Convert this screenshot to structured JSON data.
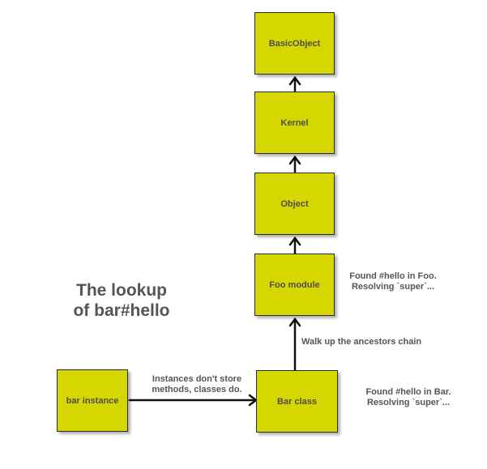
{
  "title": {
    "line1": "The lookup",
    "line2": "of bar#hello"
  },
  "nodes": {
    "basic_object": "BasicObject",
    "kernel": "Kernel",
    "object": "Object",
    "foo_module": "Foo module",
    "bar_class": "Bar class",
    "bar_instance": "bar instance"
  },
  "annotations": {
    "found_in_foo_line1": "Found #hello in Foo.",
    "found_in_foo_line2": "Resolving `super`...",
    "walk_up": "Walk up the ancestors chain",
    "instances_line1": "Instances don't store",
    "instances_line2": "methods, classes do.",
    "found_in_bar_line1": "Found #hello in Bar.",
    "found_in_bar_line2": "Resolving `super`..."
  },
  "colors": {
    "box_fill": "#d6d600",
    "box_border": "#2b2b2b",
    "text": "#555555"
  }
}
